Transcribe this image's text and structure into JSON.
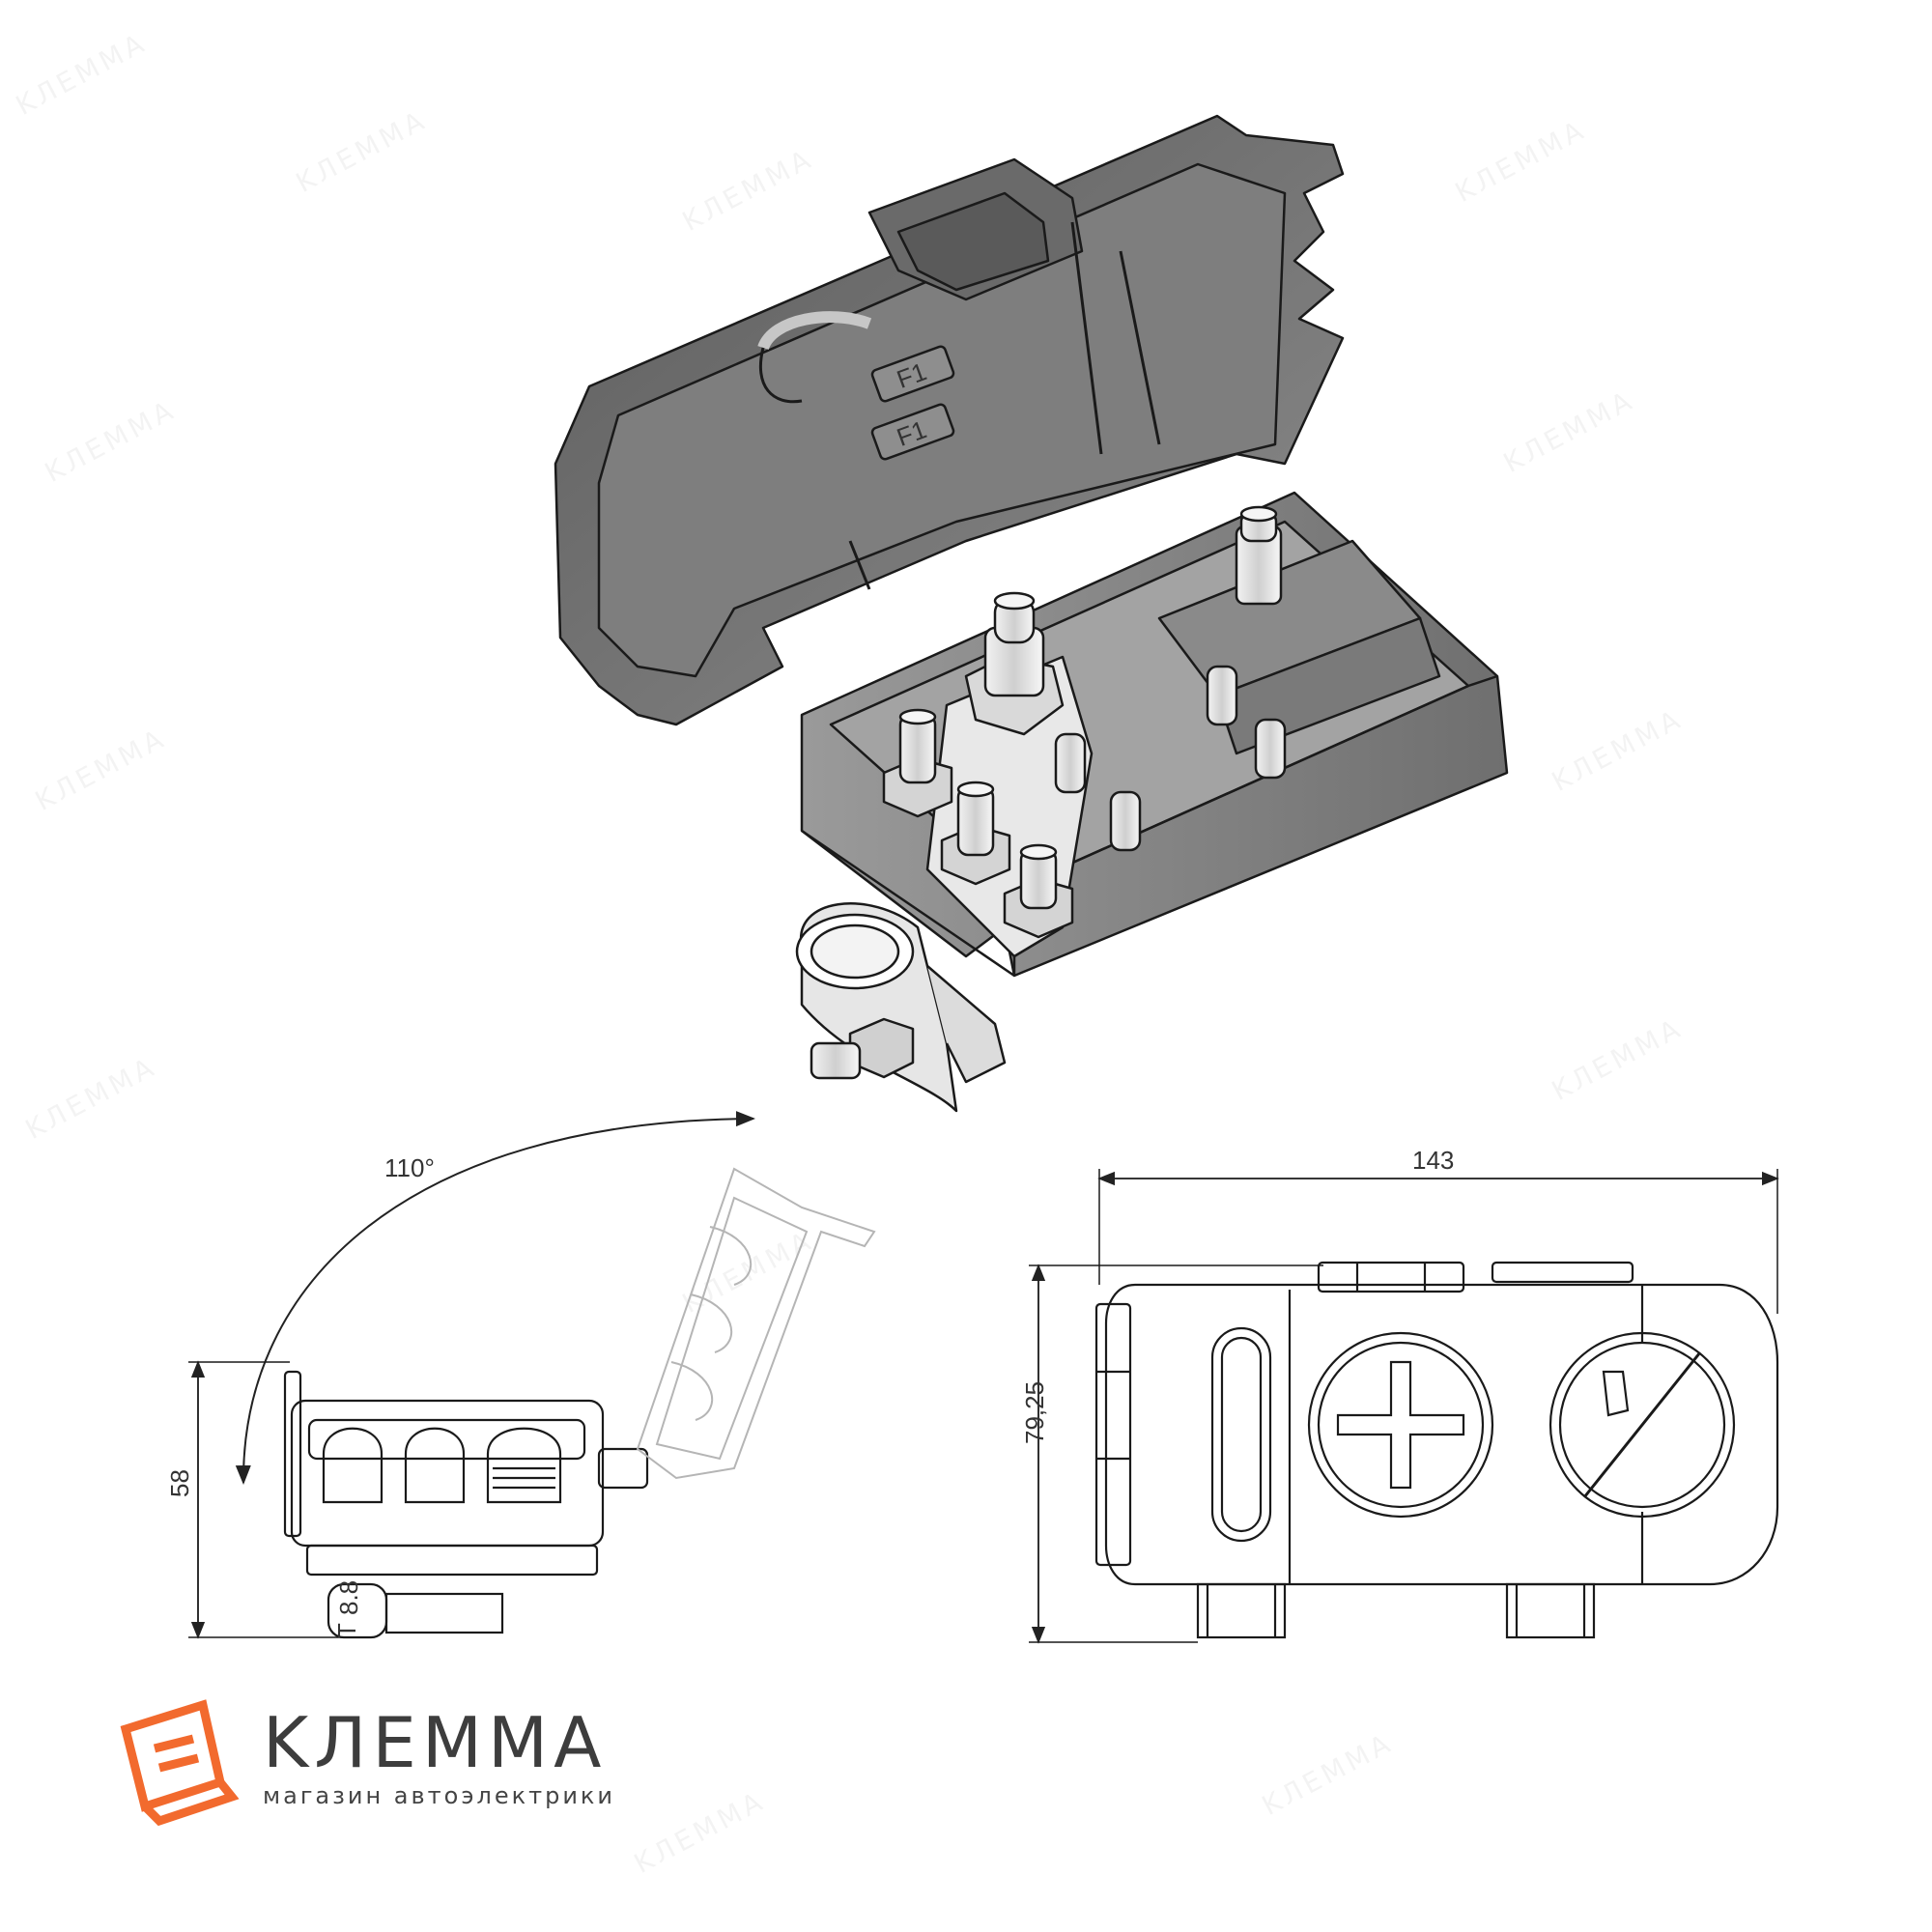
{
  "watermark": {
    "text": "KЛЕММА"
  },
  "dimensions": {
    "angle": "110°",
    "height_side": "58",
    "width_top": "143",
    "height_top": "79,25"
  },
  "labels": {
    "fuse_1": "F1",
    "fuse_2": "F1",
    "clamp_mark": "8.8",
    "clamp_letter": "T"
  },
  "brand": {
    "name": "KЛЕММА",
    "tagline": "магазин автоэлектрики",
    "colors": {
      "logo": "#f26a2e",
      "text": "#3d3d3d"
    }
  },
  "colors": {
    "cover": "#6e6e6e",
    "body": "#8a8a8a",
    "line": "#1a1a1a"
  }
}
